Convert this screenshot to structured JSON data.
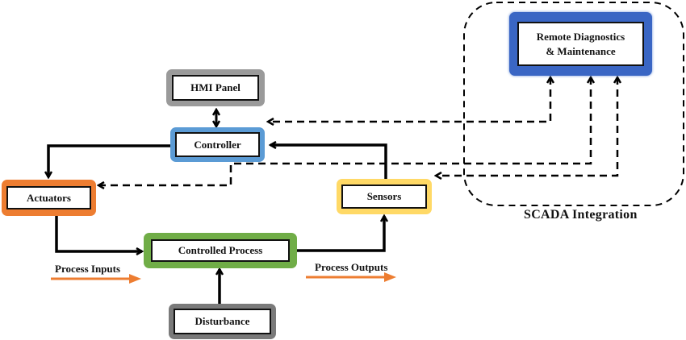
{
  "nodes": {
    "remote": {
      "label_line1": "Remote Diagnostics",
      "label_line2": "& Maintenance",
      "color": "#3a66c4"
    },
    "hmi": {
      "label": "HMI Panel",
      "color": "#9a9a9a"
    },
    "controller": {
      "label": "Controller",
      "color": "#5b9bd5"
    },
    "actuators": {
      "label": "Actuators",
      "color": "#ed7d31"
    },
    "sensors": {
      "label": "Sensors",
      "color": "#ffd966"
    },
    "process": {
      "label": "Controlled Process",
      "color": "#70ad47"
    },
    "disturbance": {
      "label": "Disturbance",
      "color": "#7a7a7a"
    }
  },
  "labels": {
    "scada": "SCADA Integration",
    "process_inputs": "Process Inputs",
    "process_outputs": "Process Outputs"
  },
  "colors": {
    "arrow": "#000000",
    "io_arrow": "#ed7d31"
  }
}
